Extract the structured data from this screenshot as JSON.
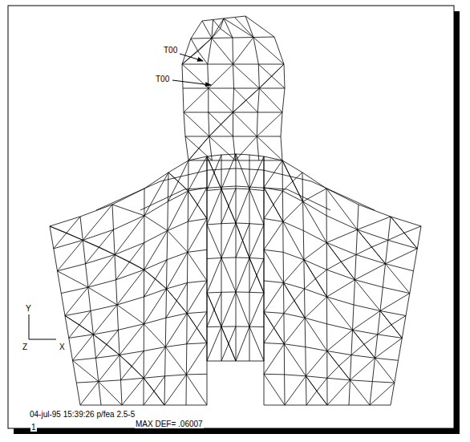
{
  "diagram": {
    "labels": [
      "T00",
      "T00",
      "Y",
      "Z",
      "X",
      "04-jul-95 15:39:26 p/fea 2.5-5",
      "MAX DEF= .06007",
      "1"
    ]
  }
}
